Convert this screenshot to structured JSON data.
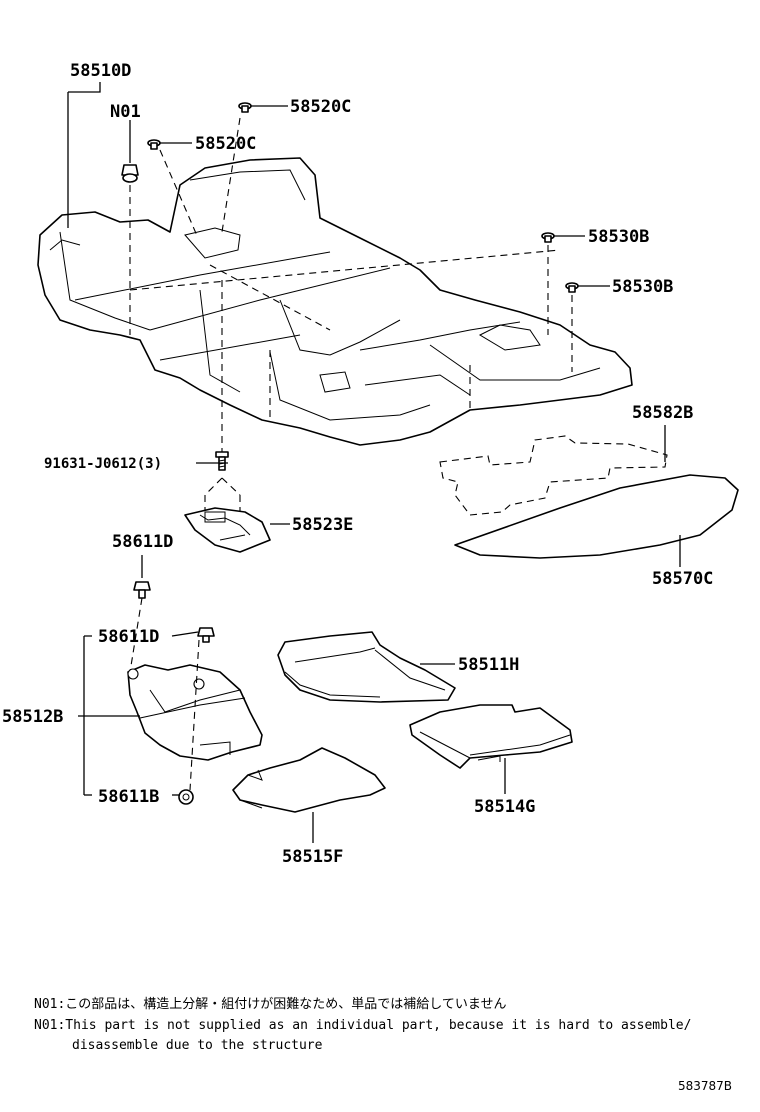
{
  "labels": {
    "p58510D": "58510D",
    "n01": "N01",
    "p58520C_a": "58520C",
    "p58520C_b": "58520C",
    "p58530B_a": "58530B",
    "p58530B_b": "58530B",
    "p58582B": "58582B",
    "p91631": "91631-J0612(3)",
    "p58523E": "58523E",
    "p58611D_a": "58611D",
    "p58570C": "58570C",
    "p58611D_b": "58611D",
    "p58511H": "58511H",
    "p58512B": "58512B",
    "p58514G": "58514G",
    "p58611B": "58611B",
    "p58515F": "58515F"
  },
  "notes": {
    "line1": "N01:この部品は、構造上分解・組付けが困難なため、単品では補給していません",
    "line2": "N01:This part is not supplied as an individual part,  because it is hard to assemble/",
    "line3": "disassemble due to the structure"
  },
  "reference": "583787B"
}
